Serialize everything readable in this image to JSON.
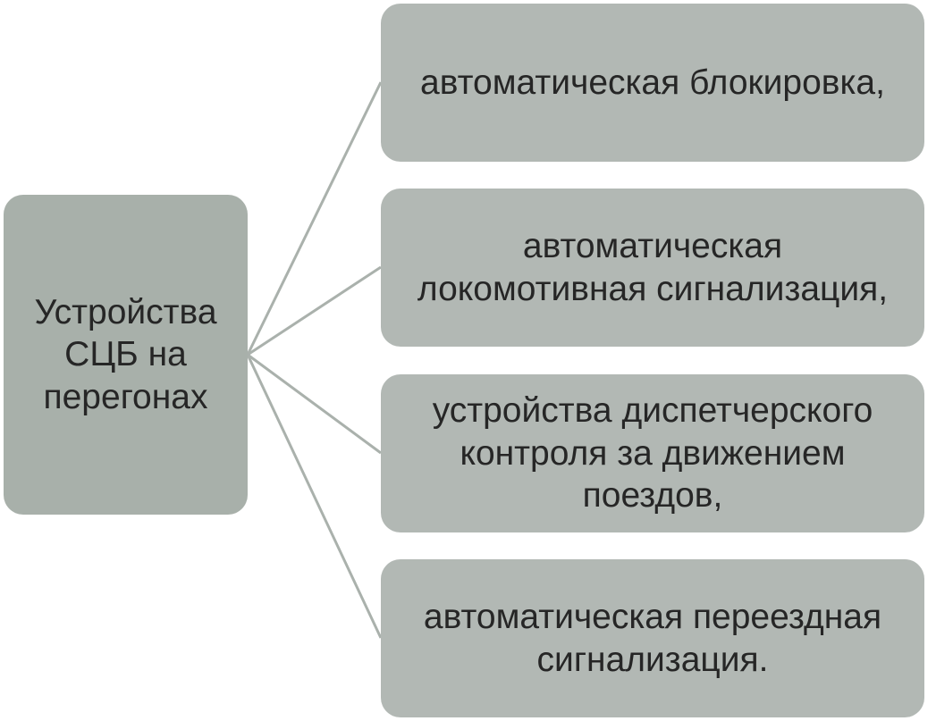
{
  "diagram": {
    "root": {
      "label": "Устройства\nСЦБ на\nперегонах"
    },
    "children": [
      {
        "label": "автоматическая блокировка,"
      },
      {
        "label": "автоматическая\nлокомотивная сигнализация,"
      },
      {
        "label": "устройства диспетчерского\nконтроля за движением\nпоездов,"
      },
      {
        "label": "автоматическая переездная\nсигнализация."
      }
    ],
    "colors": {
      "root_fill": "#a8b0aa",
      "child_fill": "#b2b8b4",
      "connector": "#aab1ac",
      "text": "#262626"
    }
  }
}
